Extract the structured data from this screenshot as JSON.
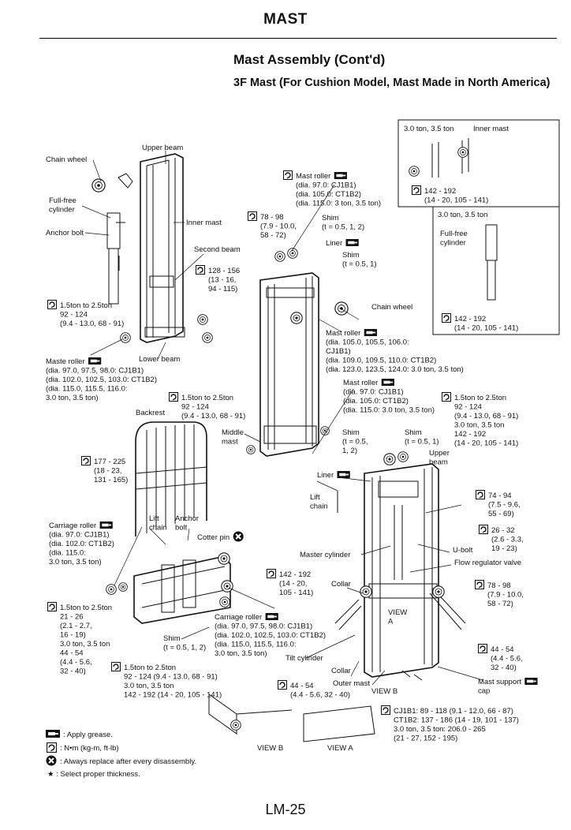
{
  "header": {
    "section": "MAST",
    "page_number": "LM-25"
  },
  "title": "Mast Assembly (Cont'd)",
  "subtitle": "3F Mast (For Cushion Model, Mast Made in North America)",
  "labels": [
    {
      "id": "chain-wheel-left",
      "lines": [
        "Chain wheel"
      ]
    },
    {
      "id": "upper-beam-top",
      "lines": [
        "Upper beam"
      ]
    },
    {
      "id": "full-free-cylinder",
      "lines": [
        "Full-free",
        "cylinder"
      ]
    },
    {
      "id": "anchor-bolt",
      "lines": [
        "Anchor bolt"
      ]
    },
    {
      "id": "inner-mast",
      "lines": [
        "Inner mast"
      ]
    },
    {
      "id": "second-beam",
      "lines": [
        "Second beam"
      ]
    },
    {
      "id": "mast-roller-top",
      "lines": [
        "Mast roller",
        "(dia. 97.0: CJ1B1)",
        "(dia. 105.0: CT1B2)",
        "(dia. 115.0: 3 ton, 3.5 ton)"
      ]
    },
    {
      "id": "torque-78-98-a",
      "lines": [
        "78 - 98",
        "(7.9 - 10.0,",
        "58 - 72)"
      ]
    },
    {
      "id": "shim-top",
      "lines": [
        "Shim",
        "(t = 0.5, 1, 2)"
      ]
    },
    {
      "id": "liner-top",
      "lines": [
        "Liner"
      ]
    },
    {
      "id": "shim-top-2",
      "lines": [
        "Shim",
        "(t = 0.5, 1)"
      ]
    },
    {
      "id": "torque-128-156",
      "lines": [
        "128 - 156",
        "(13 - 16,",
        "94 - 115)"
      ]
    },
    {
      "id": "torque-1-5ton-a",
      "lines": [
        "1.5ton to 2.5ton",
        "92 - 124",
        "(9.4 - 13.0, 68 - 91)"
      ]
    },
    {
      "id": "chain-wheel-mid",
      "lines": [
        "Chain wheel"
      ]
    },
    {
      "id": "mast-roller-mid",
      "lines": [
        "Mast roller",
        "(dia. 105.0, 105.5, 106.0:",
        "CJ1B1)",
        "(dia. 109.0, 109.5, 110.0: CT1B2)",
        "(dia. 123.0, 123.5, 124.0: 3.0 ton, 3.5 ton)"
      ]
    },
    {
      "id": "maste-roller-left",
      "lines": [
        "Maste roller",
        "(dia. 97.0, 97.5, 98.0: CJ1B1)",
        "(dia. 102.0, 102.5, 103.0: CT1B2)",
        "(dia. 115.0, 115.5, 116.0:",
        "3.0 ton, 3.5 ton)"
      ]
    },
    {
      "id": "lower-beam",
      "lines": [
        "Lower beam"
      ]
    },
    {
      "id": "torque-1-5ton-b",
      "lines": [
        "1.5ton to 2.5ton",
        "92 - 124",
        "(9.4 - 13.0, 68 - 91)"
      ]
    },
    {
      "id": "mast-roller-right",
      "lines": [
        "Mast roller",
        "(dia. 97.0: CJ1B1)",
        "(dia. 105.0: CT1B2)",
        "(dia. 115.0: 3.0 ton, 3.5 ton)"
      ]
    },
    {
      "id": "torque-1-5ton-c",
      "lines": [
        "1.5ton to 2.5ton",
        "92 - 124",
        "(9.4 - 13.0, 68 - 91)",
        "3.0 ton, 3.5 ton",
        "142 - 192",
        "(14 - 20, 105 - 141)"
      ]
    },
    {
      "id": "backrest",
      "lines": [
        "Backrest"
      ]
    },
    {
      "id": "middle-mast",
      "lines": [
        "Middle",
        "mast"
      ]
    },
    {
      "id": "shim-mid-a",
      "lines": [
        "Shim",
        "(t = 0.5,",
        "1, 2)"
      ]
    },
    {
      "id": "shim-mid-b",
      "lines": [
        "Shim",
        "(t = 0.5, 1)"
      ]
    },
    {
      "id": "upper-beam-right",
      "lines": [
        "Upper",
        "beam"
      ]
    },
    {
      "id": "torque-177-225",
      "lines": [
        "177 - 225",
        "(18 - 23,",
        "131 - 165)"
      ]
    },
    {
      "id": "liner-mid",
      "lines": [
        "Liner"
      ]
    },
    {
      "id": "lift-chain-right",
      "lines": [
        "Lift",
        "chain"
      ]
    },
    {
      "id": "torque-74-94",
      "lines": [
        "74 - 94",
        "(7.5 - 9.6,",
        "55 - 69)"
      ]
    },
    {
      "id": "lift-chain-left",
      "lines": [
        "Lift",
        "chain"
      ]
    },
    {
      "id": "anchor-bolt-2",
      "lines": [
        "Anchor",
        "bolt"
      ]
    },
    {
      "id": "cotter-pin",
      "lines": [
        "Cotter pin"
      ]
    },
    {
      "id": "torque-26-32",
      "lines": [
        "26 - 32",
        "(2.6 - 3.3,",
        "19 - 23)"
      ]
    },
    {
      "id": "carriage-roller-top",
      "lines": [
        "Carriage roller",
        "(dia. 97.0: CJ1B1)",
        "(dia. 102.0: CT1B2)",
        "(dia. 115.0:",
        "3.0 ton, 3.5 ton)"
      ]
    },
    {
      "id": "master-cylinder",
      "lines": [
        "Master cylinder"
      ]
    },
    {
      "id": "u-bolt",
      "lines": [
        "U-bolt"
      ]
    },
    {
      "id": "flow-regulator-valve",
      "lines": [
        "Flow regulator valve"
      ]
    },
    {
      "id": "torque-142-192-a",
      "lines": [
        "142 - 192",
        "(14 - 20,",
        "105 - 141)"
      ]
    },
    {
      "id": "collar-top",
      "lines": [
        "Collar"
      ]
    },
    {
      "id": "torque-78-98-b",
      "lines": [
        "78 - 98",
        "(7.9 - 10.0,",
        "58 - 72)"
      ]
    },
    {
      "id": "torque-left-bottom",
      "lines": [
        "1.5ton to 2.5ton",
        "21 - 26",
        "(2.1 - 2.7,",
        "16 - 19)",
        "3.0 ton, 3.5 ton",
        "44 - 54",
        "(4.4 - 5.6,",
        "32 - 40)"
      ]
    },
    {
      "id": "carriage-roller-bottom",
      "lines": [
        "Carriage roller",
        "(dia. 97.0, 97.5, 98.0: CJ1B1)",
        "(dia. 102.0, 102.5, 103.0: CT1B2)",
        "(dia. 115.0, 115.5, 116.0:",
        "3.0 ton, 3.5 ton)"
      ]
    },
    {
      "id": "view-a-label",
      "lines": [
        "VIEW",
        "A"
      ]
    },
    {
      "id": "shim-bottom",
      "lines": [
        "Shim",
        "(t = 0.5, 1, 2)"
      ]
    },
    {
      "id": "tilt-cylinder",
      "lines": [
        "Tilt cylinder"
      ]
    },
    {
      "id": "torque-44-54-a",
      "lines": [
        "44 - 54",
        "(4.4 - 5.6,",
        "32 - 40)"
      ]
    },
    {
      "id": "collar-bottom",
      "lines": [
        "Collar"
      ]
    },
    {
      "id": "torque-1-5ton-d",
      "lines": [
        "1.5ton to 2.5ton",
        "92 - 124 (9.4 - 13.0, 68 - 91)",
        "3.0 ton, 3.5 ton",
        "142 - 192 (14 - 20, 105 - 141)"
      ]
    },
    {
      "id": "outer-mast",
      "lines": [
        "Outer mast"
      ]
    },
    {
      "id": "view-b-label",
      "lines": [
        "VIEW B"
      ]
    },
    {
      "id": "mast-support-cap",
      "lines": [
        "Mast support",
        "cap"
      ]
    },
    {
      "id": "torque-44-54-b",
      "lines": [
        "44 - 54",
        "(4.4 - 5.6, 32 - 40)"
      ]
    },
    {
      "id": "torque-cj1b1",
      "lines": [
        "CJ1B1: 89 - 118 (9.1 - 12.0, 66 - 87)",
        "CT1B2: 137 - 186 (14 - 19, 101 - 137)",
        "3.0 ton, 3.5 ton: 206.0 - 265",
        "(21 - 27, 152 - 195)"
      ]
    },
    {
      "id": "view-b-caption",
      "lines": [
        "VIEW B"
      ]
    },
    {
      "id": "view-a-caption",
      "lines": [
        "VIEW A"
      ]
    },
    {
      "id": "inset-top-title",
      "lines": [
        "3.0 ton, 3.5 ton"
      ]
    },
    {
      "id": "inset-inner-mast",
      "lines": [
        "Inner mast"
      ]
    },
    {
      "id": "inset-top-torque",
      "lines": [
        "142 - 192",
        "(14 - 20, 105 - 141)"
      ]
    },
    {
      "id": "inset-bottom-title",
      "lines": [
        "3.0 ton, 3.5 ton"
      ]
    },
    {
      "id": "inset-full-free",
      "lines": [
        "Full-free",
        "cylinder"
      ]
    },
    {
      "id": "inset-bottom-torque",
      "lines": [
        "142 - 192",
        "(14 - 20, 105 - 141)"
      ]
    }
  ],
  "legend": [
    {
      "icon": "grease-icon",
      "text": ": Apply grease."
    },
    {
      "icon": "torque-icon",
      "text": ": N•m (kg-m, ft-lb)"
    },
    {
      "icon": "replace-icon",
      "text": ": Always replace after every disassembly."
    },
    {
      "icon": "star-icon",
      "text": "★ : Select proper thickness."
    }
  ]
}
